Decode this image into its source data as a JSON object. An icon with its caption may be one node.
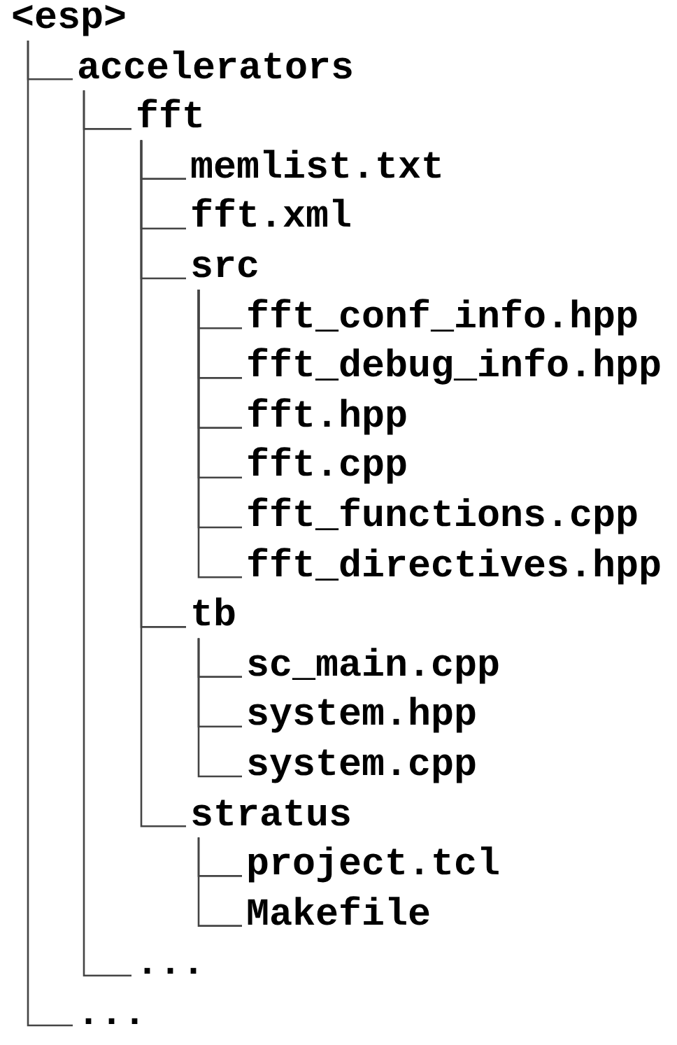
{
  "diagram": {
    "nodes": [
      {
        "text": [
          "<esp>"
        ]
      },
      {
        "text": [
          "accelerators"
        ]
      },
      {
        "text": [
          "fft"
        ]
      },
      {
        "text": [
          "memlist.txt"
        ]
      },
      {
        "text": [
          "fft.xml"
        ]
      },
      {
        "text": [
          "src"
        ]
      },
      {
        "text": [
          "fft_conf_info.hpp"
        ]
      },
      {
        "text": [
          "fft_debug_info.hpp"
        ]
      },
      {
        "text": [
          "fft.hpp"
        ]
      },
      {
        "text": [
          "fft.cpp"
        ]
      },
      {
        "text": [
          "fft_functions.cpp"
        ]
      },
      {
        "text": [
          "fft_directives.hpp"
        ]
      },
      {
        "text": [
          "tb"
        ]
      },
      {
        "text": [
          "sc_main.cpp"
        ]
      },
      {
        "text": [
          "system.hpp"
        ]
      },
      {
        "text": [
          "system.cpp"
        ]
      },
      {
        "text": [
          "stratus"
        ]
      },
      {
        "text": [
          "project.tcl"
        ]
      },
      {
        "text": [
          "Makefile"
        ]
      },
      {
        "text": [
          "..."
        ]
      },
      {
        "text": [
          "..."
        ]
      }
    ],
    "edges": [
      {
        "from": 0,
        "to": 1,
        "arrow": "none"
      },
      {
        "from": 1,
        "to": 2,
        "arrow": "none"
      },
      {
        "from": 2,
        "to": 3,
        "arrow": "none"
      },
      {
        "from": 2,
        "to": 4,
        "arrow": "none"
      },
      {
        "from": 2,
        "to": 5,
        "arrow": "none"
      },
      {
        "from": 5,
        "to": 6,
        "arrow": "none"
      },
      {
        "from": 5,
        "to": 7,
        "arrow": "none"
      },
      {
        "from": 5,
        "to": 8,
        "arrow": "none"
      },
      {
        "from": 5,
        "to": 9,
        "arrow": "none"
      },
      {
        "from": 5,
        "to": 10,
        "arrow": "none"
      },
      {
        "from": 5,
        "to": 11,
        "arrow": "none"
      },
      {
        "from": 2,
        "to": 12,
        "arrow": "none"
      },
      {
        "from": 12,
        "to": 13,
        "arrow": "none"
      },
      {
        "from": 12,
        "to": 14,
        "arrow": "none"
      },
      {
        "from": 12,
        "to": 15,
        "arrow": "none"
      },
      {
        "from": 2,
        "to": 16,
        "arrow": "none"
      },
      {
        "from": 16,
        "to": 17,
        "arrow": "none"
      },
      {
        "from": 16,
        "to": 18,
        "arrow": "none"
      },
      {
        "from": 1,
        "to": 19,
        "arrow": "none"
      },
      {
        "from": 0,
        "to": 20,
        "arrow": "none"
      }
    ]
  }
}
